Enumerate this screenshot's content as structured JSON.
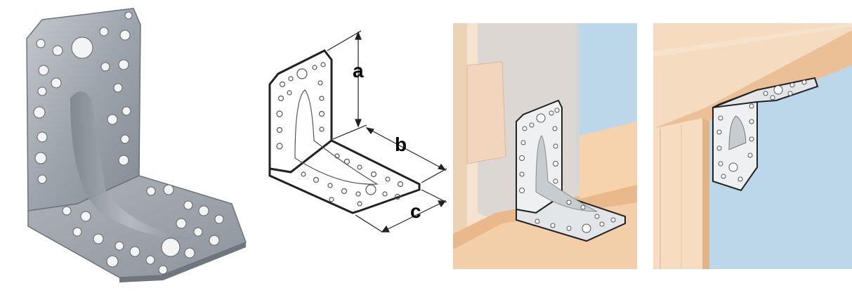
{
  "dimension_labels": {
    "a": "a",
    "b": "b",
    "c": "c"
  },
  "colors": {
    "metal_light": "#d9dde2",
    "metal_mid": "#a9afb6",
    "metal_dark": "#7c838b",
    "wood": "#f4d7b5",
    "wood_edge": "#e6b98c",
    "sky": "#bcd7ea",
    "outline": "#222222"
  },
  "panels": [
    {
      "name": "photo-bracket"
    },
    {
      "name": "dimension-drawing"
    },
    {
      "name": "install-post-beam"
    },
    {
      "name": "install-frame-corner"
    }
  ]
}
